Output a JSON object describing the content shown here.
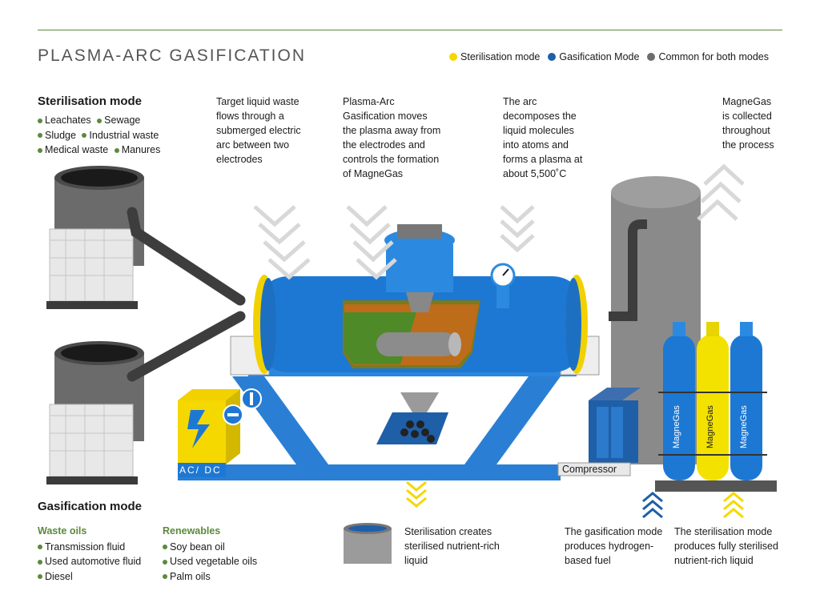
{
  "title": "PLASMA-ARC GASIFICATION",
  "legend": [
    {
      "label": "Sterilisation mode",
      "color": "#f5d800"
    },
    {
      "label": "Gasification Mode",
      "color": "#1e5fa8"
    },
    {
      "label": "Common for both modes",
      "color": "#6d6d6d"
    }
  ],
  "sterilisation": {
    "heading": "Sterilisation mode",
    "rows": [
      [
        "Leachates",
        "Sewage"
      ],
      [
        "Sludge",
        "Industrial waste"
      ],
      [
        "Medical waste",
        "Manures"
      ]
    ]
  },
  "gasification": {
    "heading": "Gasification mode",
    "waste_oils": {
      "heading": "Waste oils",
      "items": [
        "Transmission fluid",
        "Used automotive fluid",
        "Diesel"
      ]
    },
    "renewables": {
      "heading": "Renewables",
      "items": [
        "Soy bean oil",
        "Used vegetable oils",
        "Palm oils"
      ]
    }
  },
  "notes": {
    "target": "Target liquid waste\nflows through a\nsubmerged electric\narc between two\nelectrodes",
    "plasma": "Plasma-Arc\nGasification moves\nthe plasma away from\nthe electrodes and\ncontrols the formation\nof MagneGas",
    "arc": "The arc\ndecomposes the\nliquid molecules\ninto atoms and\nforms a plasma at\nabout 5,500˚C",
    "collected": "MagneGas\nis collected\nthroughout\nthe process",
    "sterile_liquid": "Sterilisation creates\nsterilised nutrient-rich\nliquid",
    "gas_fuel": "The gasification mode\nproduces hydrogen-\nbased fuel",
    "sterile_fluid": "The sterilisation mode\nproduces fully sterilised\nnutrient-rich liquid"
  },
  "labels": {
    "power": "AC/ DC",
    "compressor": "Compressor",
    "cylinder_brand": "MagneGas"
  }
}
